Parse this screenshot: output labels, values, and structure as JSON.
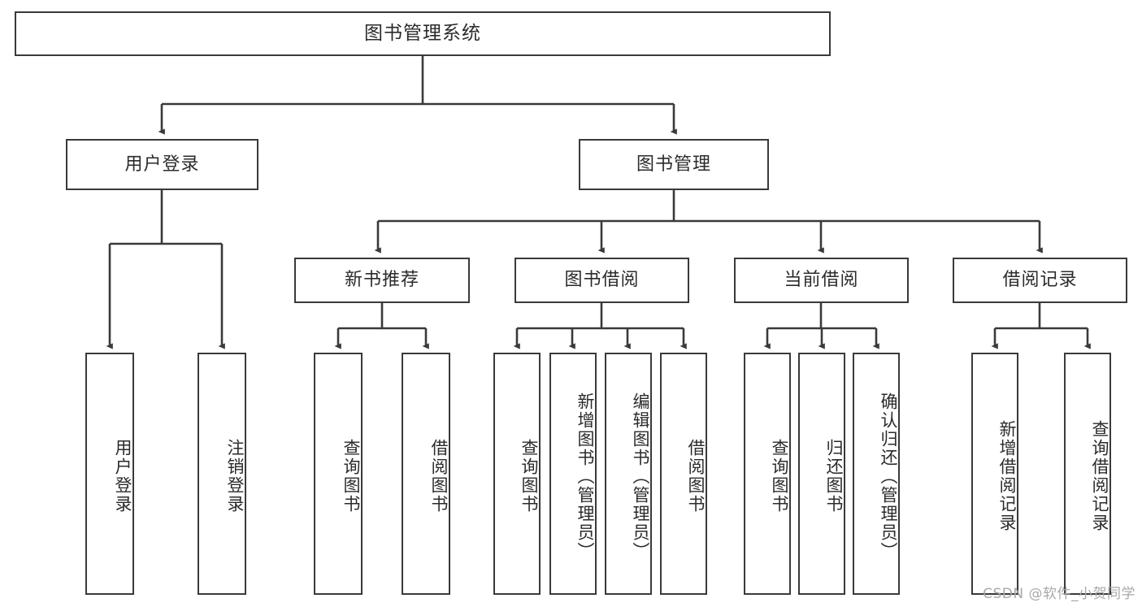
{
  "diagram": {
    "title": "图书管理系统",
    "type": "tree-hierarchy-chart",
    "root": {
      "label": "图书管理系统"
    },
    "level2": [
      {
        "label": "用户登录"
      },
      {
        "label": "图书管理"
      }
    ],
    "level3": [
      {
        "label": "新书推荐"
      },
      {
        "label": "图书借阅"
      },
      {
        "label": "当前借阅"
      },
      {
        "label": "借阅记录"
      }
    ],
    "leaves": {
      "user_login": [
        {
          "label": "用户登录"
        },
        {
          "label": "注销登录"
        }
      ],
      "new_book_recommend": [
        {
          "label": "查询图书"
        },
        {
          "label": "借阅图书"
        }
      ],
      "book_borrow": [
        {
          "label": "查询图书"
        },
        {
          "label": "新增图书（管理员）"
        },
        {
          "label": "编辑图书（管理员）"
        },
        {
          "label": "借阅图书"
        }
      ],
      "current_borrow": [
        {
          "label": "查询图书"
        },
        {
          "label": "归还图书"
        },
        {
          "label": "确认归还（管理员）"
        }
      ],
      "borrow_record": [
        {
          "label": "新增借阅记录"
        },
        {
          "label": "查询借阅记录"
        }
      ]
    }
  },
  "watermark": {
    "text": "CSDN @软件_小贺同学"
  },
  "colors": {
    "stroke": "#3a3a3a",
    "text": "#2b2b2b",
    "background": "#ffffff",
    "watermark": "#a8a8a8"
  }
}
